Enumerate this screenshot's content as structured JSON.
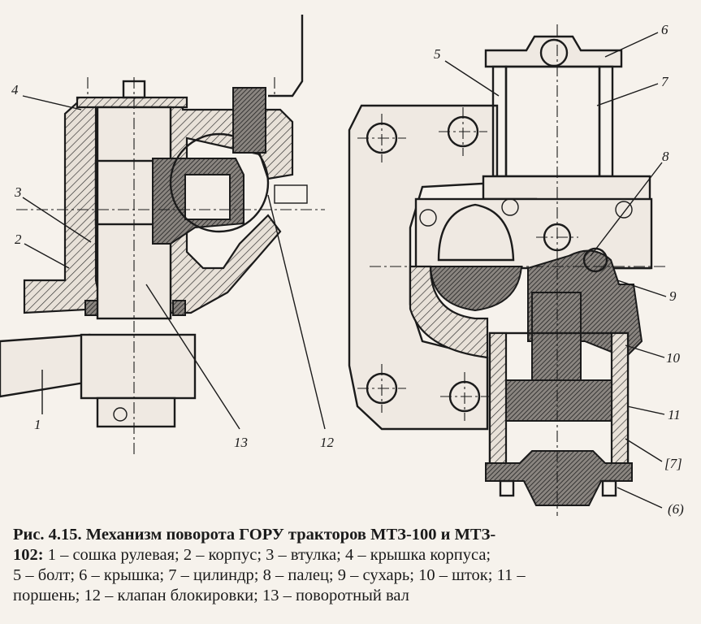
{
  "caption": {
    "line1_bold": "Рис. 4.15. Механизм поворота ГОРУ тракторов МТЗ-100 и МТЗ-",
    "line2_bold": "102:",
    "line2_rest": " 1 – сошка рулевая; 2 – корпус; 3 – втулка; 4 – крышка корпуса;",
    "line3": "5 – болт; 6 – крышка; 7 – цилиндр; 8 – палец; 9 – сухарь; 10 – шток; 11 –",
    "line4": "поршень; 12 – клапан блокировки; 13 – поворотный вал"
  },
  "labels": {
    "l1": "1",
    "l2": "2",
    "l3": "3",
    "l4": "4",
    "l5": "5",
    "l6": "6",
    "l7": "7",
    "l8": "8",
    "l9": "9",
    "l10": "10",
    "l11": "11",
    "l12": "12",
    "l13": "13",
    "l7b": "[7]",
    "l6b": "(6)"
  }
}
